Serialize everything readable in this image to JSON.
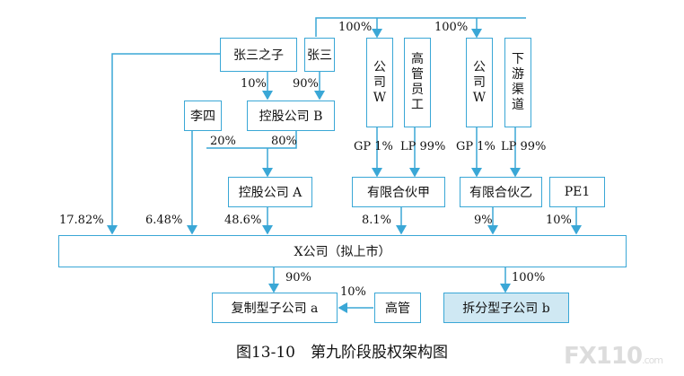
{
  "nodes": {
    "zhangsan_zhizi": "张三之子",
    "zhangsan": "张三",
    "lisi": "李四",
    "holding_b": "控股公司 B",
    "holding_a": "控股公司 A",
    "company_w1": [
      "公",
      "司",
      "W"
    ],
    "senior_staff": [
      "高",
      "管",
      "员",
      "工"
    ],
    "company_w2": [
      "公",
      "司",
      "W"
    ],
    "downstream": [
      "下",
      "游",
      "渠",
      "道"
    ],
    "lp_jia": "有限合伙甲",
    "lp_yi": "有限合伙乙",
    "pe1": "PE1",
    "x_company": "X公司（拟上市）",
    "replicate_a": "复制型子公司 a",
    "senior_mgmt": "高管",
    "spinoff_b": "拆分型子公司 b"
  },
  "labels": {
    "top_100_left": "100%",
    "top_100_right": "100%",
    "zs_child_to_b": "10%",
    "zs_to_b": "90%",
    "lisi_to_a": "20%",
    "b_to_a": "80%",
    "gp_jia": "GP 1%",
    "lp_jia": "LP 99%",
    "gp_yi": "GP 1%",
    "lp_yi": "LP 99%",
    "pct_1782": "17.82%",
    "pct_648": "6.48%",
    "pct_486": "48.6%",
    "pct_81": "8.1%",
    "pct_9": "9%",
    "pct_10_pe": "10%",
    "x_to_a": "90%",
    "mgmt_to_a": "10%",
    "x_to_b": "100%"
  },
  "caption": "图13-10　第九阶段股权架构图",
  "watermark": "FX110",
  "watermark_suffix": ".com",
  "colors": {
    "line": "#3aa7d6",
    "shaded_box": "#cfe8f3"
  }
}
